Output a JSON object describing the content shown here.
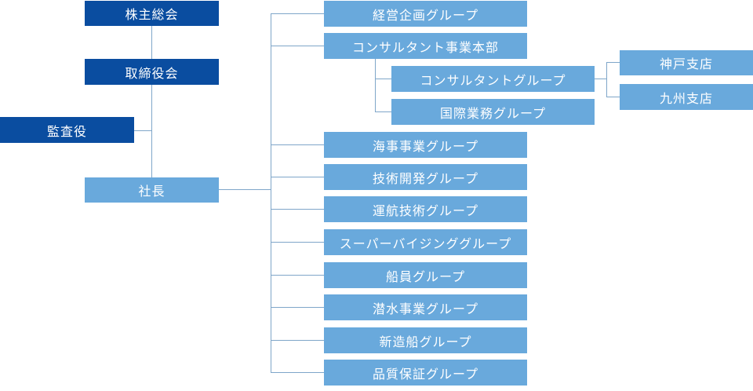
{
  "colors": {
    "governance": "#0a4da0",
    "unit": "#69a9dc",
    "connector": "#7fa6c9"
  },
  "governance": {
    "shareholders": "株主総会",
    "board": "取締役会",
    "auditor": "監査役",
    "president": "社長"
  },
  "groups": {
    "planning": "経営企画グループ",
    "consulting_division": "コンサルタント事業本部",
    "consulting_group": "コンサルタントグループ",
    "kobe_branch": "神戸支店",
    "kyushu_branch": "九州支店",
    "international": "国際業務グループ",
    "marine": "海事事業グループ",
    "tech_dev": "技術開発グループ",
    "nav_tech": "運航技術グループ",
    "supervising": "スーパーバイジンググループ",
    "crew": "船員グループ",
    "diving": "潜水事業グループ",
    "shipbuilding": "新造船グループ",
    "quality": "品質保証グループ"
  }
}
